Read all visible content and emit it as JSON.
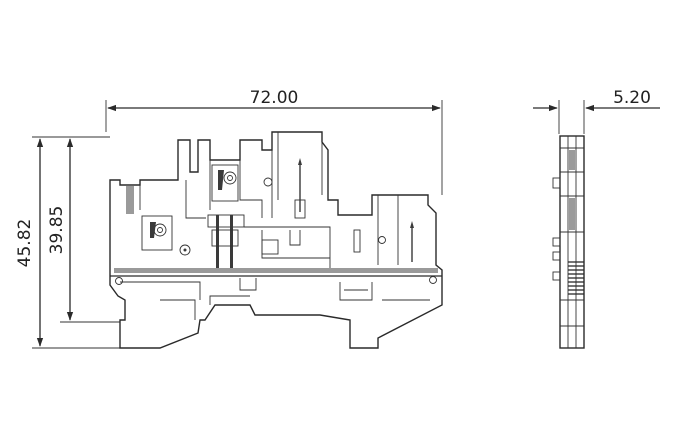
{
  "dimensions": {
    "width_top": "72.00",
    "height_outer": "45.82",
    "height_inner": "39.85",
    "side_width": "5.20"
  },
  "colors": {
    "line": "#2a2a2a",
    "accent_gray": "#9a9a9a"
  }
}
